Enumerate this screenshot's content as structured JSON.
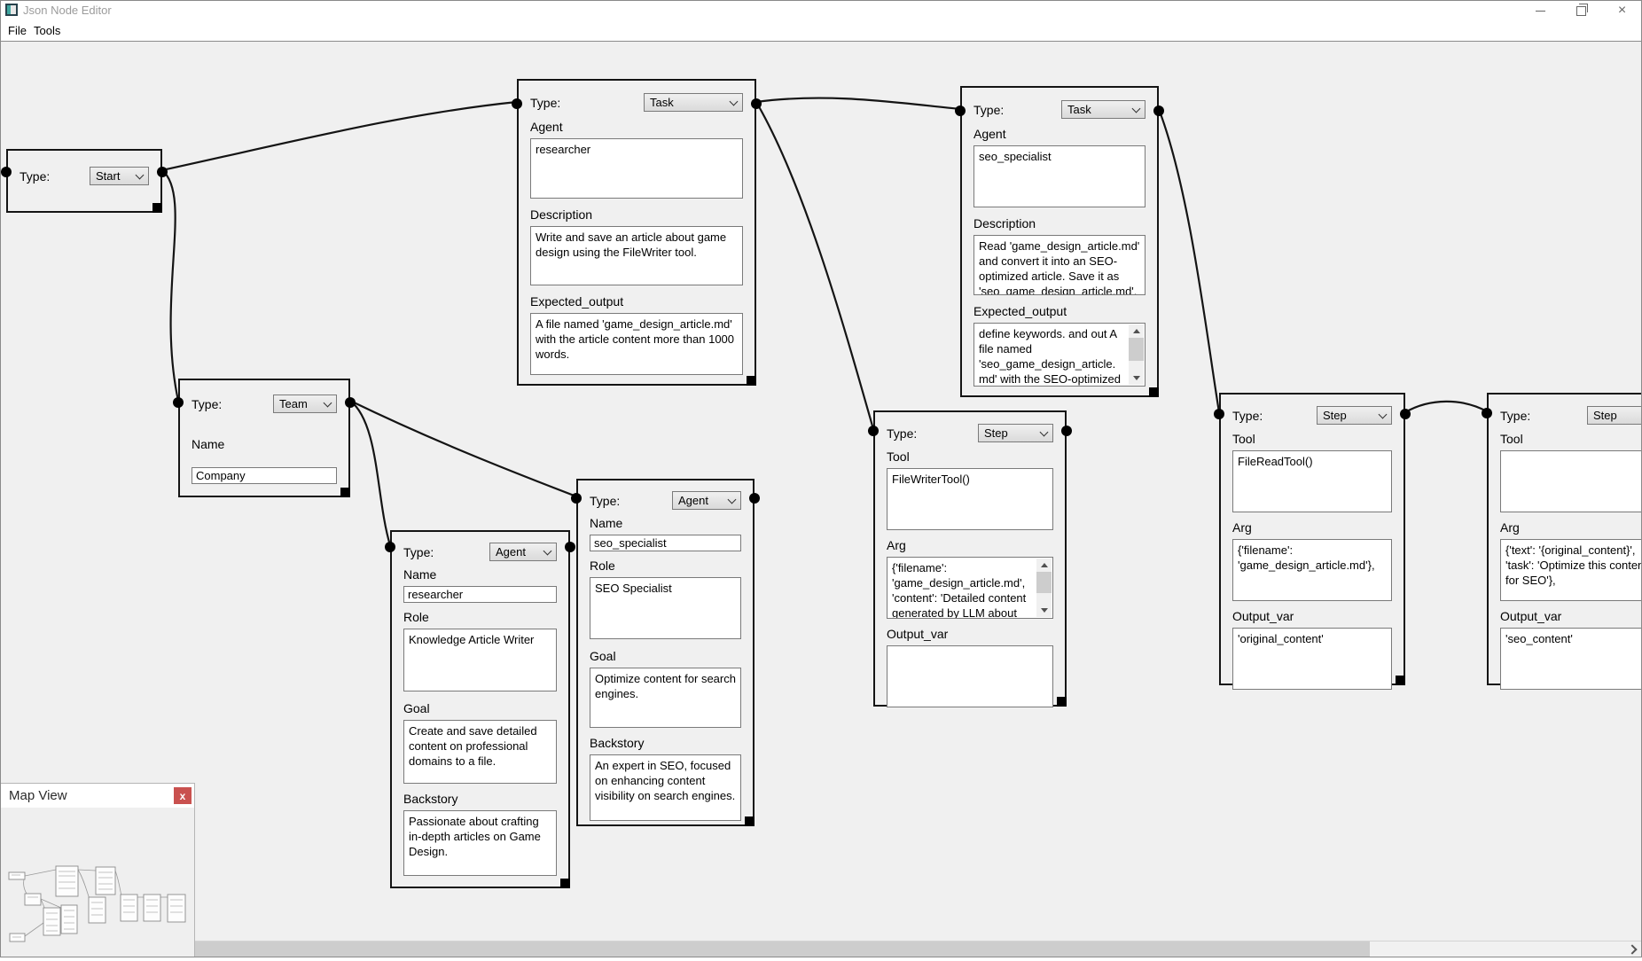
{
  "window": {
    "title": "Json Node Editor",
    "menu": [
      "File",
      "Tools"
    ]
  },
  "nodes": {
    "start": {
      "type_label": "Type:",
      "type_value": "Start"
    },
    "task_researcher": {
      "type_label": "Type:",
      "type_value": "Task",
      "agent_label": "Agent",
      "agent_value": "researcher",
      "description_label": "Description",
      "description_value": "Write and save an article about game design using the FileWriter tool.",
      "expected_output_label": "Expected_output",
      "expected_output_value": "A file named 'game_design_article.md' with the article content more than 1000 words."
    },
    "task_seo": {
      "type_label": "Type:",
      "type_value": "Task",
      "agent_label": "Agent",
      "agent_value": "seo_specialist",
      "description_label": "Description",
      "description_value": "Read 'game_design_article.md' and convert it into an SEO-optimized article. Save it as 'seo_game_design_article.md'.",
      "expected_output_label": "Expected_output",
      "expected_output_value": "define keywords. and out A file named 'seo_game_design_article.md' with the SEO-optimized"
    },
    "team": {
      "type_label": "Type:",
      "type_value": "Team",
      "name_label": "Name",
      "name_value": "Company"
    },
    "agent_researcher": {
      "type_label": "Type:",
      "type_value": "Agent",
      "name_label": "Name",
      "name_value": "researcher",
      "role_label": "Role",
      "role_value": "Knowledge Article Writer",
      "goal_label": "Goal",
      "goal_value": "Create and save detailed content on professional domains to a file.",
      "backstory_label": "Backstory",
      "backstory_value": "Passionate about crafting in-depth articles on Game Design."
    },
    "agent_seo": {
      "type_label": "Type:",
      "type_value": "Agent",
      "name_label": "Name",
      "name_value": "seo_specialist",
      "role_label": "Role",
      "role_value": "SEO Specialist",
      "goal_label": "Goal",
      "goal_value": "Optimize content for search engines.",
      "backstory_label": "Backstory",
      "backstory_value": "An expert in SEO, focused on enhancing content visibility on search engines."
    },
    "step_filewriter": {
      "type_label": "Type:",
      "type_value": "Step",
      "tool_label": "Tool",
      "tool_value": "FileWriterTool()",
      "arg_label": "Arg",
      "arg_value": "{'filename': 'game_design_article.md', 'content': 'Detailed content generated by LLM about",
      "output_var_label": "Output_var",
      "output_var_value": ""
    },
    "step_fileread": {
      "type_label": "Type:",
      "type_value": "Step",
      "tool_label": "Tool",
      "tool_value": "FileReadTool()",
      "arg_label": "Arg",
      "arg_value": "{'filename': 'game_design_article.md'},",
      "output_var_label": "Output_var",
      "output_var_value": "'original_content'"
    },
    "step_seo": {
      "type_label": "Type:",
      "type_value": "Step",
      "tool_label": "Tool",
      "tool_value": "",
      "arg_label": "Arg",
      "arg_value": "{'text': '{original_content}', 'task': 'Optimize this content for SEO'},",
      "output_var_label": "Output_var",
      "output_var_value": "'seo_content'"
    }
  },
  "map_view": {
    "title": "Map View",
    "close_label": "x"
  },
  "colors": {
    "canvas": "#f0f0f0",
    "node_border": "#141414",
    "close_button": "#c9514f"
  }
}
